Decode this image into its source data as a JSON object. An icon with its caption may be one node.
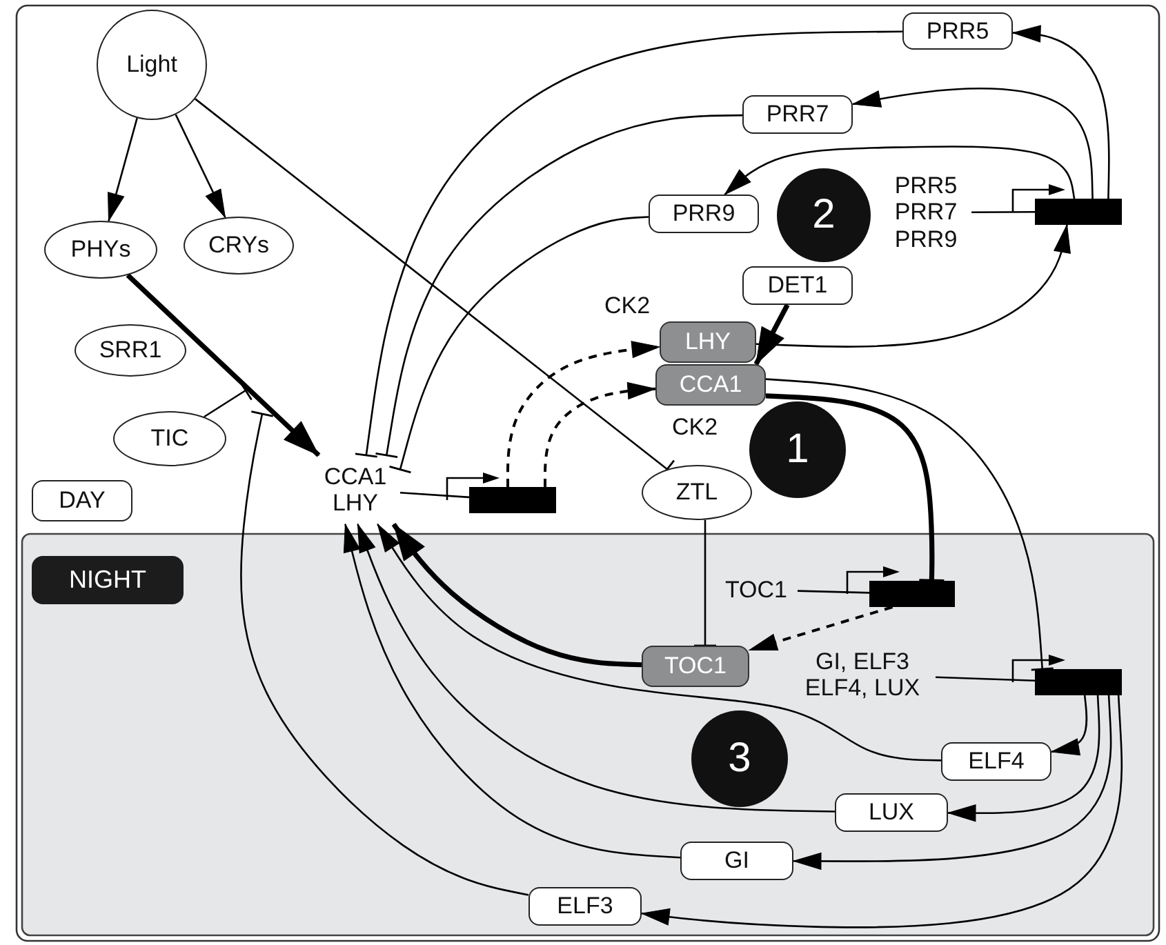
{
  "diagram": {
    "nodes": [
      {
        "text": [
          "Light"
        ]
      },
      {
        "text": [
          "PHYs"
        ]
      },
      {
        "text": [
          "CRYs"
        ]
      },
      {
        "text": [
          "SRR1"
        ]
      },
      {
        "text": [
          "TIC"
        ]
      },
      {
        "text": [
          "DAY"
        ]
      },
      {
        "text": [
          "CCA1 LHY"
        ]
      },
      {
        "text": [],
        "shape": "bar"
      },
      {
        "text": [
          "LHY"
        ]
      },
      {
        "text": [
          "CCA1"
        ]
      },
      {
        "text": [
          "DET1"
        ]
      },
      {
        "text": [
          "ZTL"
        ]
      },
      {
        "text": [
          "PRR5"
        ]
      },
      {
        "text": [
          "PRR7"
        ]
      },
      {
        "text": [
          "PRR9"
        ]
      },
      {
        "text": [
          "PRR5 PRR7 PRR9"
        ]
      },
      {
        "text": [],
        "shape": "bar"
      },
      {
        "text": [
          "NIGHT"
        ]
      },
      {
        "text": [
          "TOC1"
        ]
      },
      {
        "text": [],
        "shape": "bar"
      },
      {
        "text": [
          "TOC1"
        ]
      },
      {
        "text": [
          "GI, ELF3 ELF4, LUX"
        ]
      },
      {
        "text": [],
        "shape": "bar"
      },
      {
        "text": [
          "ELF4"
        ]
      },
      {
        "text": [
          "LUX"
        ]
      },
      {
        "text": [
          "GI"
        ]
      },
      {
        "text": [
          "ELF3"
        ]
      },
      {
        "text": [
          "1"
        ]
      },
      {
        "text": [
          "2"
        ]
      },
      {
        "text": [
          "3"
        ]
      }
    ],
    "edges": [
      {
        "from": 0,
        "to": 1,
        "arrow": "to"
      },
      {
        "from": 0,
        "to": 2,
        "arrow": "to"
      },
      {
        "from": 0,
        "to": 11,
        "arrow": "other"
      },
      {
        "from": 1,
        "to": 6,
        "arrow": "to",
        "style": "thick"
      },
      {
        "from": 4,
        "to": null,
        "arrow": "other"
      },
      {
        "from": 26,
        "to": null,
        "arrow": "other"
      },
      {
        "from": 6,
        "to": 7,
        "arrow": "none"
      },
      {
        "from": 7,
        "to": 8,
        "arrow": "to",
        "style": "dashed"
      },
      {
        "from": 7,
        "to": 9,
        "arrow": "to",
        "style": "dashed"
      },
      {
        "from": 10,
        "to": 9,
        "arrow": "to",
        "style": "thick"
      },
      {
        "from": 8,
        "to": 16,
        "arrow": "to"
      },
      {
        "from": 9,
        "to": 22,
        "arrow": "other"
      },
      {
        "from": 9,
        "to": 19,
        "arrow": "other",
        "style": "thick"
      },
      {
        "from": 11,
        "to": 20,
        "arrow": "other"
      },
      {
        "from": 19,
        "to": 20,
        "arrow": "to",
        "style": "dashed"
      },
      {
        "from": 16,
        "to": 12,
        "arrow": "to"
      },
      {
        "from": 16,
        "to": 13,
        "arrow": "to"
      },
      {
        "from": 16,
        "to": 14,
        "arrow": "to"
      },
      {
        "from": 12,
        "to": 6,
        "arrow": "other"
      },
      {
        "from": 13,
        "to": 6,
        "arrow": "other"
      },
      {
        "from": 14,
        "to": 6,
        "arrow": "other"
      },
      {
        "from": 22,
        "to": 23,
        "arrow": "to"
      },
      {
        "from": 22,
        "to": 24,
        "arrow": "to"
      },
      {
        "from": 22,
        "to": 25,
        "arrow": "to"
      },
      {
        "from": 22,
        "to": 26,
        "arrow": "to"
      },
      {
        "from": 20,
        "to": 6,
        "arrow": "to",
        "style": "thick"
      },
      {
        "from": 23,
        "to": 6,
        "arrow": "to"
      },
      {
        "from": 24,
        "to": 6,
        "arrow": "to"
      },
      {
        "from": 25,
        "to": 6,
        "arrow": "to"
      },
      {
        "from": 15,
        "to": 16,
        "arrow": "none"
      },
      {
        "from": 18,
        "to": 19,
        "arrow": "none"
      },
      {
        "from": 21,
        "to": 22,
        "arrow": "none"
      }
    ],
    "labels": [
      "CK2",
      "CK2"
    ]
  }
}
